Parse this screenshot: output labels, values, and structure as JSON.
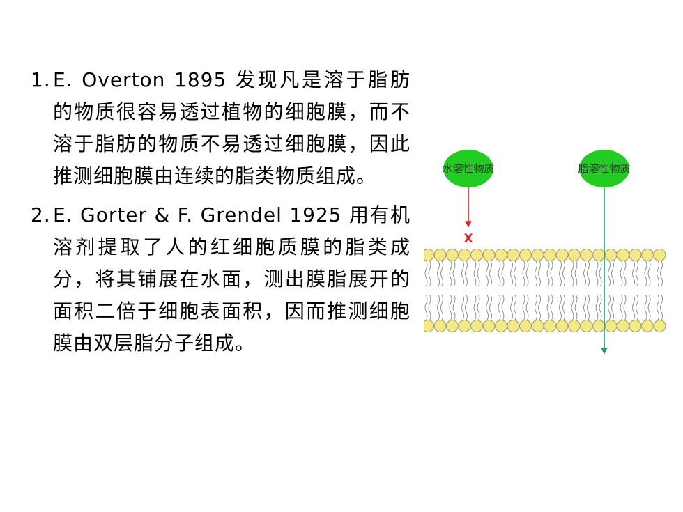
{
  "items": [
    {
      "number": "1.",
      "text": "E. Overton 1895 发现凡是溶于脂肪的物质很容易透过植物的细胞膜，而不溶于脂肪的物质不易透过细胞膜，因此推测细胞膜由连续的脂类物质组成。"
    },
    {
      "number": "2.",
      "text": "E. Gorter & F. Grendel 1925 用有机溶剂提取了人的红细胞质膜的脂类成分，将其铺展在水面，测出膜脂展开的面积二倍于细胞表面积，因而推测细胞膜由双层脂分子组成。"
    }
  ],
  "diagram": {
    "water_soluble_label": "水溶性物质",
    "lipid_soluble_label": "脂溶性物质",
    "blocked_mark": "X",
    "colors": {
      "molecule": "#22cc22",
      "blocked_arrow": "#e02020",
      "pass_arrow": "#1a9a7a",
      "head": "#f4e98a",
      "head_stroke": "#a09a50",
      "tail": "#888888"
    }
  }
}
